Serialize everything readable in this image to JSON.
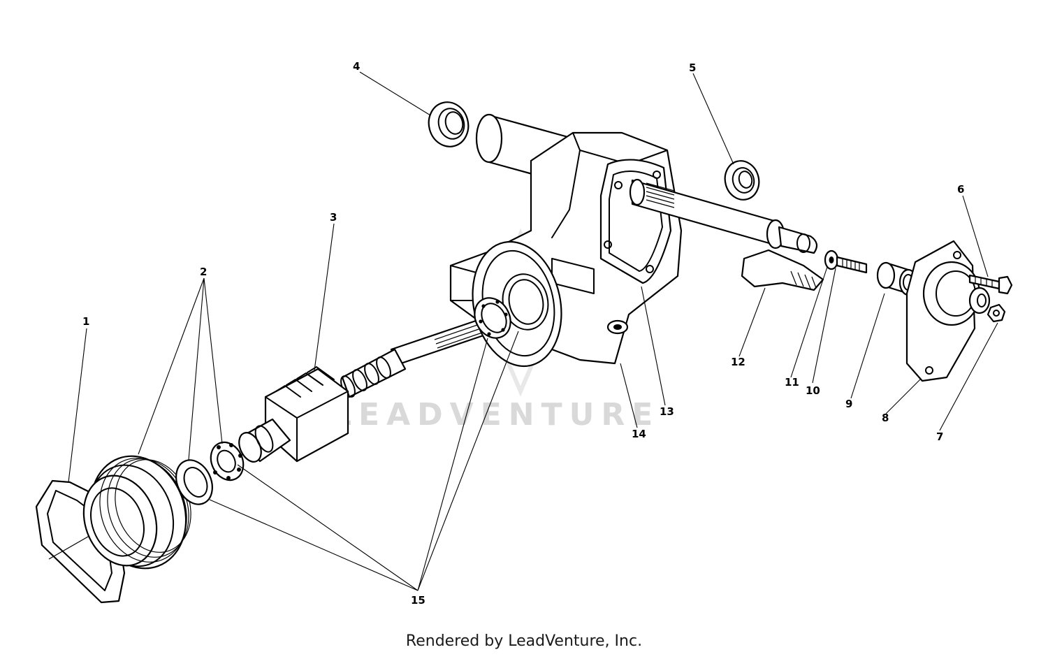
{
  "diagram": {
    "watermark": "LEADVENTURE",
    "callouts": [
      "1",
      "2",
      "3",
      "4",
      "5",
      "6",
      "7",
      "8",
      "9",
      "10",
      "11",
      "12",
      "13",
      "14",
      "15"
    ]
  },
  "footer": {
    "credit": "Rendered by LeadVenture, Inc."
  }
}
